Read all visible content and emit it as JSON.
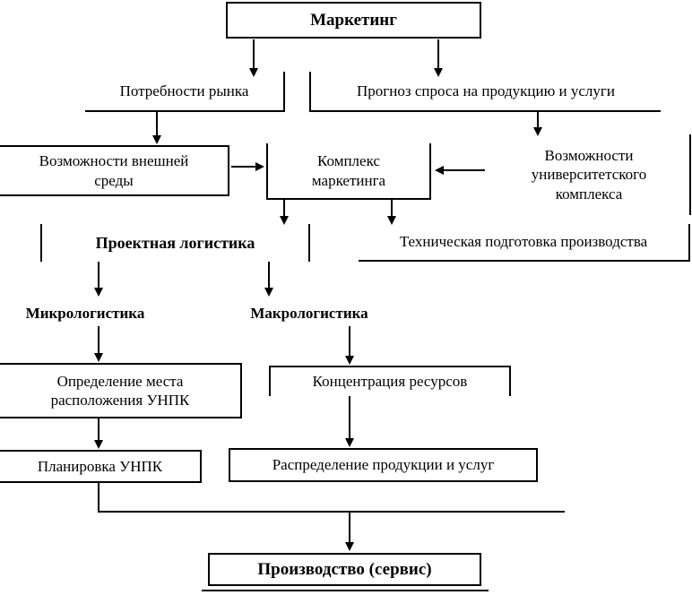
{
  "nodes": {
    "marketing": "Маркетинг",
    "market_needs": "Потребности рынка",
    "demand_forecast": "Прогноз спроса на продукцию и услуги",
    "external_environment": "Возможности внешней среды",
    "marketing_mix": "Комплекс маркетинга",
    "university_complex": "Возможности университетского комплекса",
    "project_logistics": "Проектная логистика",
    "technical_preparation": "Техническая подготовка производства",
    "micrologistics": "Микрологистика",
    "macrologistics": "Макрологистика",
    "unpk_location": "Определение места расположения УНПК",
    "unpk_planning": "Планировка УНПК",
    "resource_concentration": "Концентрация ресурсов",
    "distribution": "Распределение продукции и услуг",
    "production": "Производство (сервис)"
  },
  "colors": {
    "line": "#000000",
    "background": "#ffffff",
    "text": "#000000"
  }
}
